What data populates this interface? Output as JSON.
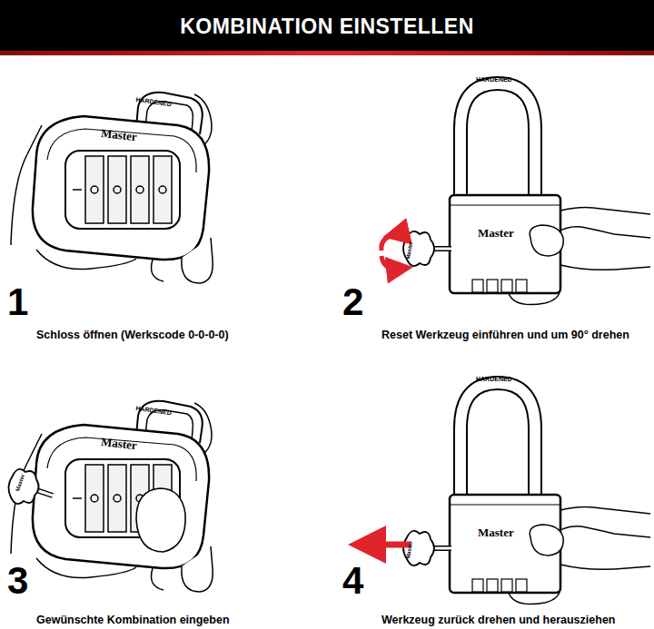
{
  "diagram": {
    "title": "KOMBINATION EINSTELLEN",
    "labels": [
      "HARDENED",
      "Master",
      "1",
      "Schloss öffnen (Werkscode 0-0-0-0)",
      "HARDENED",
      "Master",
      "Master",
      "2",
      "Reset Werkzeug einführen und um 90° drehen",
      "HARDENED",
      "Master",
      "Master",
      "3",
      "Gewünschte Kombination eingeben",
      "HARDENED",
      "Master",
      "Master",
      "4",
      "Werkzeug zurück drehen und herausziehen"
    ]
  }
}
